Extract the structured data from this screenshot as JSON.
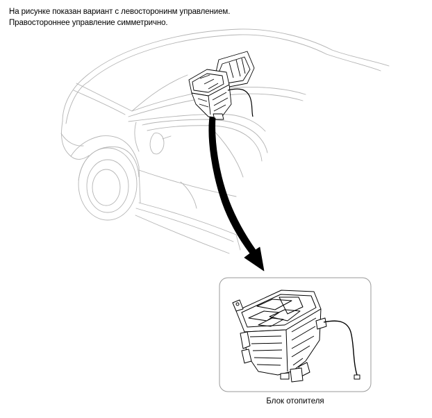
{
  "note": {
    "line1": "На рисунке показан вариант с левосторонинм управлением.",
    "line2": "Правостороннее управление симметрично."
  },
  "callout": {
    "label": "Блок отопителя"
  },
  "colors": {
    "linework": "#000000",
    "car_outline": "#b4b4b4",
    "arrow": "#000000",
    "callout_border": "#999999"
  }
}
